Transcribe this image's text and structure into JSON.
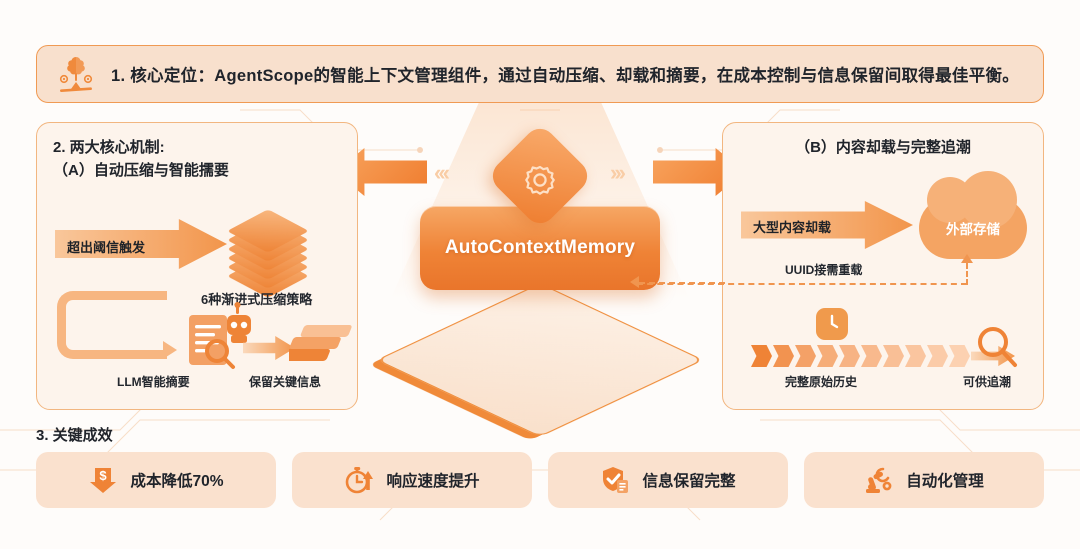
{
  "colors": {
    "accent": "#ef8336",
    "accent_light": "#f8b77f",
    "banner_bg": "#f8e0cd",
    "banner_border": "#f09a53",
    "panel_bg": "#fdf4ec",
    "panel_border": "#f2b680",
    "card_bg": "#fae1ce",
    "text": "#20242b",
    "page_bg": "#fefcfa"
  },
  "banner": {
    "icon": "brain-balance-icon",
    "text": "1. 核心定位：AgentScope的智能上下文管理组件，通过自动压缩、却载和摘要，在成本控制与信息保留间取得最佳平衡。"
  },
  "center": {
    "core_label": "AutoContextMemory",
    "gem_icon": "gear-icon",
    "arrow_left": "big-arrow-left",
    "arrow_right": "big-arrow-right",
    "chevron_left": "‹‹‹",
    "chevron_right": "›››"
  },
  "panel_left": {
    "title_line1": "2. 两大核心机制:",
    "title_line2": "（A）自动压缩与智能擩要",
    "trigger_label": "超出阈信触发",
    "stack_label": "6种渐进式压缩策略",
    "llm_label": "LLM智能摘要",
    "keep_label": "保留关键信息",
    "icons": {
      "stack": "layers-stack-icon",
      "llm": "document-robot-magnifier-icon",
      "keep": "sheets-icon",
      "loop": "loop-arrow-icon"
    }
  },
  "panel_right": {
    "title": "（B）内容却载与完整追潮",
    "offload_label": "大型内容却载",
    "cloud_label": "外部存储",
    "uuid_label": "UUID接需重载",
    "history_label": "完整原始历史",
    "trace_label": "可供追潮",
    "icons": {
      "cloud": "cloud-storage-icon",
      "clock": "clock-icon",
      "magnifier": "magnifier-icon",
      "timeline": "timeline-chevrons-icon"
    }
  },
  "section3": {
    "title": "3. 关键成效",
    "cards": [
      {
        "icon": "dollar-down-arrow-icon",
        "label": "成本降低70%"
      },
      {
        "icon": "stopwatch-up-arrow-icon",
        "label": "响应速度提升"
      },
      {
        "icon": "shield-check-document-icon",
        "label": "信息保留完整"
      },
      {
        "icon": "robot-arm-gear-icon",
        "label": "自动化管理"
      }
    ]
  }
}
